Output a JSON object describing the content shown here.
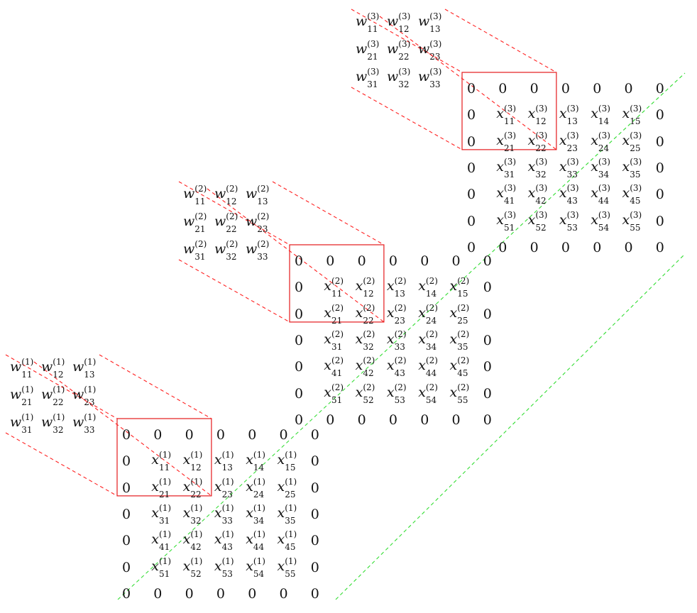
{
  "layers": [
    {
      "superscript": "(1)",
      "weight_symbol": "w",
      "input_symbol": "x",
      "zero_label": "0",
      "kernel_indices": [
        [
          "11",
          "12",
          "13"
        ],
        [
          "21",
          "22",
          "23"
        ],
        [
          "31",
          "32",
          "33"
        ]
      ],
      "input_indices": [
        [
          "11",
          "12",
          "13",
          "14",
          "15"
        ],
        [
          "21",
          "22",
          "23",
          "24",
          "25"
        ],
        [
          "31",
          "32",
          "33",
          "34",
          "35"
        ],
        [
          "41",
          "42",
          "43",
          "44",
          "45"
        ],
        [
          "51",
          "52",
          "53",
          "54",
          "55"
        ]
      ]
    },
    {
      "superscript": "(2)",
      "weight_symbol": "w",
      "input_symbol": "x",
      "zero_label": "0",
      "kernel_indices": [
        [
          "11",
          "12",
          "13"
        ],
        [
          "21",
          "22",
          "23"
        ],
        [
          "31",
          "32",
          "33"
        ]
      ],
      "input_indices": [
        [
          "11",
          "12",
          "13",
          "14",
          "15"
        ],
        [
          "21",
          "22",
          "23",
          "24",
          "25"
        ],
        [
          "31",
          "32",
          "33",
          "34",
          "35"
        ],
        [
          "41",
          "42",
          "43",
          "44",
          "45"
        ],
        [
          "51",
          "52",
          "53",
          "54",
          "55"
        ]
      ]
    },
    {
      "superscript": "(3)",
      "weight_symbol": "w",
      "input_symbol": "x",
      "zero_label": "0",
      "kernel_indices": [
        [
          "11",
          "12",
          "13"
        ],
        [
          "21",
          "22",
          "23"
        ],
        [
          "31",
          "32",
          "33"
        ]
      ],
      "input_indices": [
        [
          "11",
          "12",
          "13",
          "14",
          "15"
        ],
        [
          "21",
          "22",
          "23",
          "24",
          "25"
        ],
        [
          "31",
          "32",
          "33",
          "34",
          "35"
        ],
        [
          "41",
          "42",
          "43",
          "44",
          "45"
        ],
        [
          "51",
          "52",
          "53",
          "54",
          "55"
        ]
      ]
    }
  ],
  "colors": {
    "window_box": "#e41a1c",
    "projection_lines": "#ff2020",
    "channel_lines": "#33dd33",
    "text": "#111111"
  }
}
